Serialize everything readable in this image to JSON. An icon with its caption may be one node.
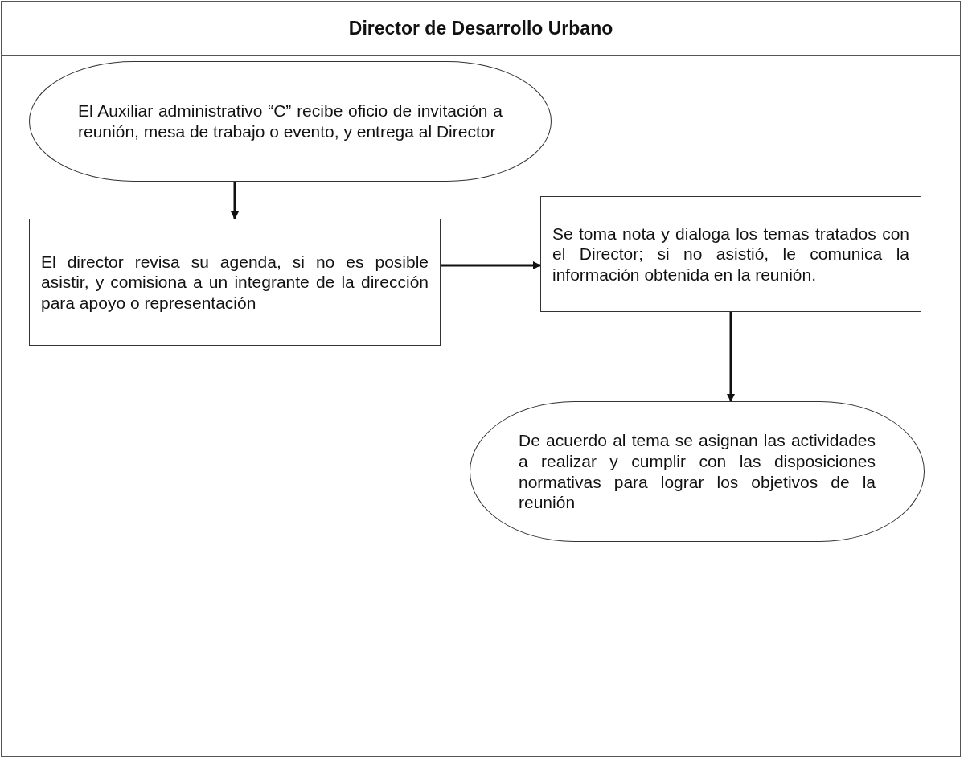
{
  "diagram": {
    "nodes": [
      {
        "text": [
          "Director de Desarrollo Urbano"
        ]
      },
      {
        "text": [
          "El Auxiliar administrativo “C” recibe oficio de invitación a reunión, mesa de trabajo o evento, y entrega al Director"
        ],
        "in": 0
      },
      {
        "text": [
          "El director revisa su agenda, si no es posible asistir,  y comisiona a un integrante de la dirección para apoyo o representación"
        ],
        "in": 0
      },
      {
        "text": [
          "Se toma nota y dialoga los temas tratados con el  Director; si no asistió, le comunica la información obtenida en la reunión."
        ],
        "in": 0
      },
      {
        "text": [
          "De acuerdo al tema se asignan las actividades a realizar y cumplir con las disposiciones normativas para lograr los objetivos de la reunión"
        ],
        "in": 0
      }
    ],
    "edges": [
      {
        "from": 1,
        "to": 2,
        "arrow": "to"
      },
      {
        "from": 2,
        "to": 3,
        "arrow": "to"
      },
      {
        "from": 3,
        "to": 4,
        "arrow": "to"
      }
    ]
  }
}
